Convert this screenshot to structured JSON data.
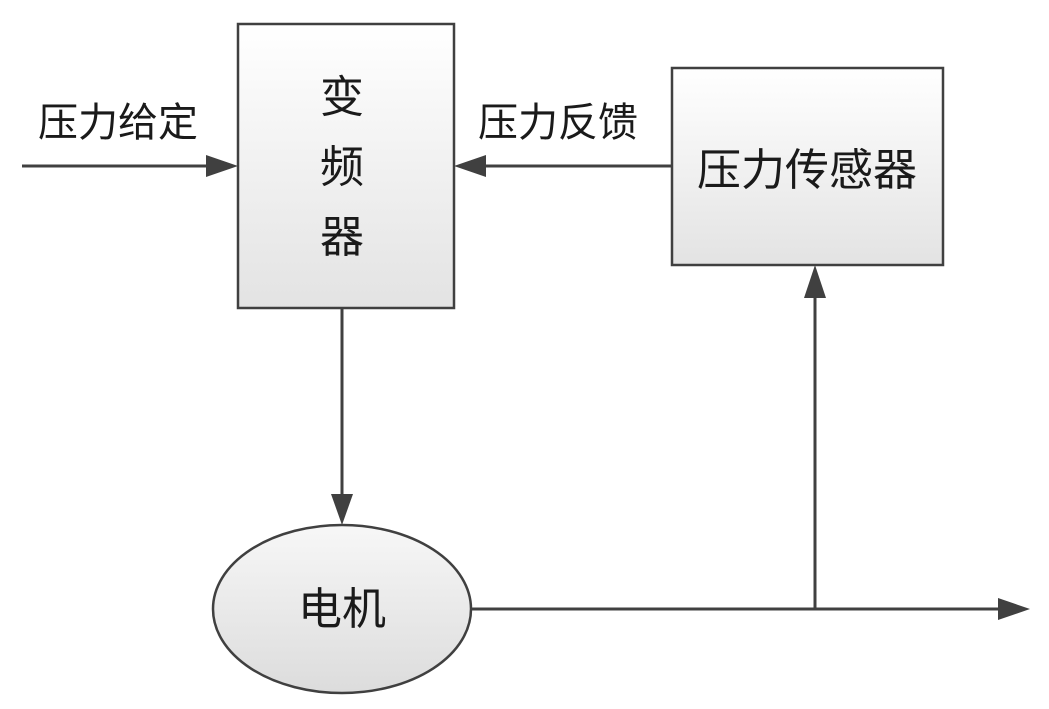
{
  "diagram": {
    "inverter": {
      "label_lines": [
        "变",
        "频",
        "器"
      ]
    },
    "pressure_sensor": {
      "label": "压力传感器"
    },
    "motor": {
      "label": "电机"
    },
    "edges": {
      "pressure_setpoint": "压力给定",
      "pressure_feedback": "压力反馈"
    }
  }
}
